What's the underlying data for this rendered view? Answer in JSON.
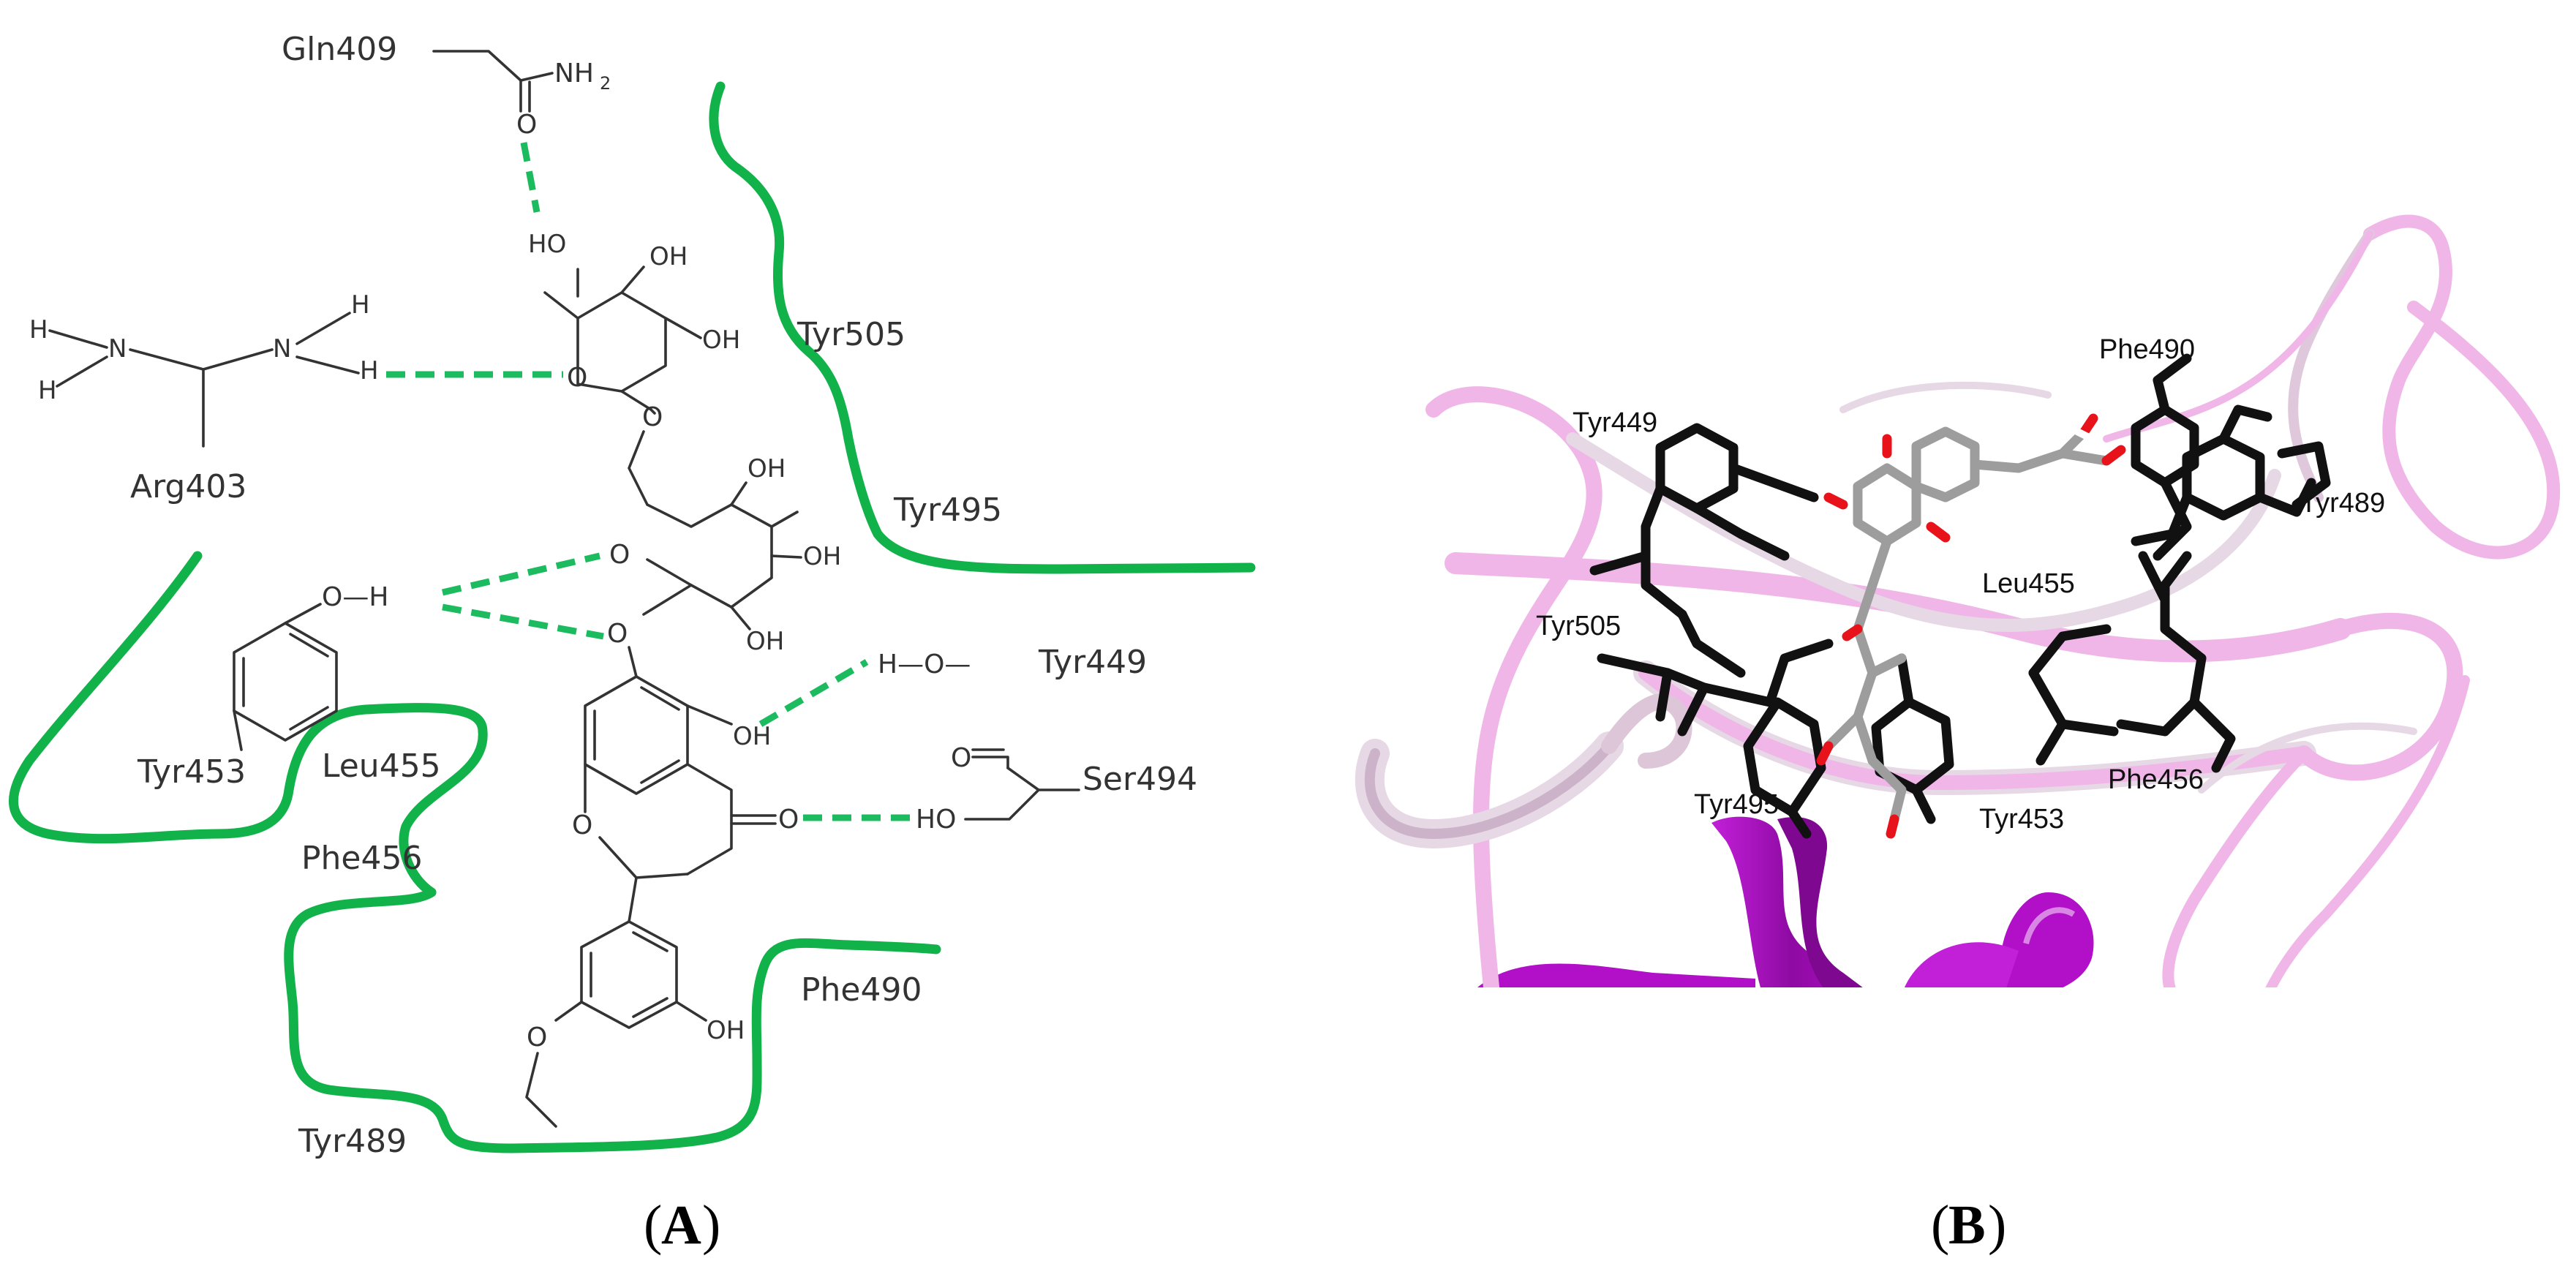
{
  "panel_a": {
    "panel_label": "A",
    "residues": {
      "gln409": "Gln409",
      "arg403": "Arg403",
      "tyr505": "Tyr505",
      "tyr495": "Tyr495",
      "tyr449": "Tyr449",
      "tyr453": "Tyr453",
      "leu455": "Leu455",
      "phe456": "Phe456",
      "ser494": "Ser494",
      "phe490": "Phe490",
      "tyr489": "Tyr489"
    },
    "atoms": {
      "nh2": "NH",
      "nh2_sub": "2",
      "o": "O",
      "n": "N",
      "h": "H",
      "oh": "OH",
      "ho": "HO",
      "o_h": "O—H",
      "h_o": "H—O—"
    }
  },
  "panel_b": {
    "panel_label": "B",
    "labels": {
      "phe490": "Phe490",
      "tyr449": "Tyr449",
      "tyr489": "Tyr489",
      "leu455": "Leu455",
      "tyr505": "Tyr505",
      "phe456": "Phe456",
      "tyr495": "Tyr495",
      "tyr453": "Tyr453"
    },
    "colors": {
      "ribbon_light": "#f0b6e8",
      "ribbon_white": "#e6d8e4",
      "helix_magenta": "#b20fc8",
      "residue_sticks": "#111111",
      "ligand_carbon": "#9d9d9d",
      "ligand_oxygen": "#e8121a"
    }
  },
  "colors": {
    "pocket": "#12b24b",
    "hbond": "#1dbb5f",
    "bond": "#333333"
  }
}
